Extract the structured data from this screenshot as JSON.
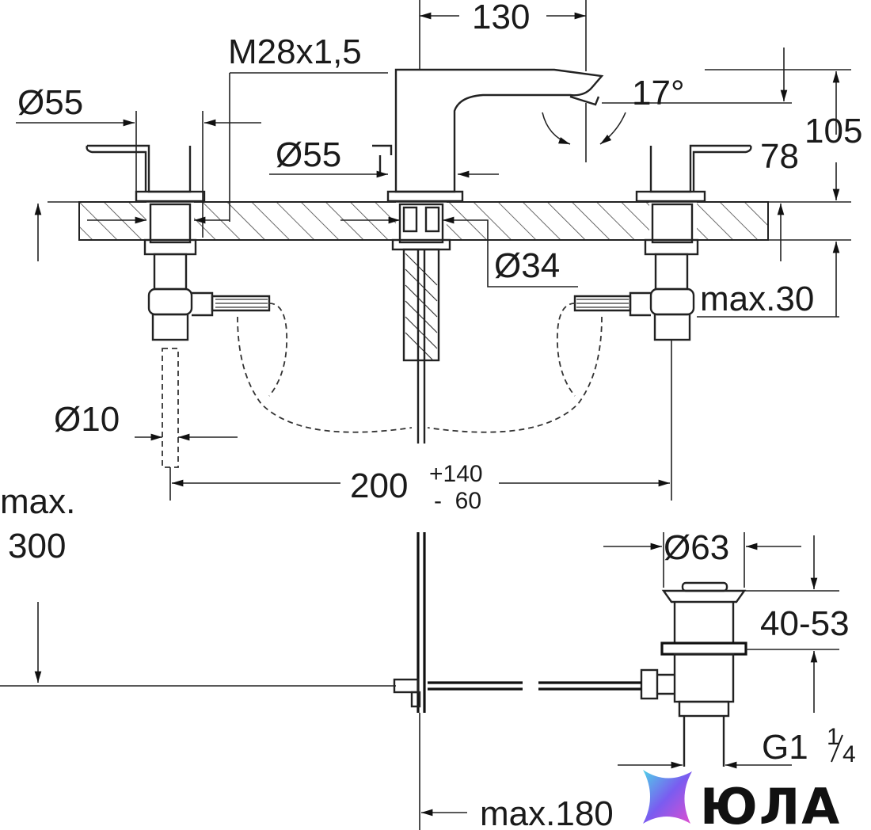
{
  "dimensions": {
    "spout_spacing": "130",
    "spout_thread": "M28x1,5",
    "handle_diameter_left": "Ø55",
    "spout_base_diameter": "Ø55",
    "spout_angle": "17°",
    "spout_outlet_height": "78",
    "spout_total_height": "105",
    "hole_diameter": "Ø34",
    "max_deck_thickness": "max.30",
    "pipe_diameter": "Ø10",
    "handle_spacing_nominal": "200",
    "handle_spacing_plus": "+140",
    "handle_spacing_minus": "-  60",
    "max_height_line1": "max.",
    "max_height_line2": "300",
    "drain_diameter": "Ø63",
    "drain_height": "40-53",
    "drain_thread_main": "G1",
    "drain_thread_num": "1",
    "drain_thread_den": "4",
    "max_projection": "max.180"
  },
  "watermark": {
    "brand": "ЮЛА"
  },
  "colors": {
    "line": "#222222",
    "hatch": "#444444",
    "logo_gradient_start": "#4fd1e8",
    "logo_gradient_mid": "#7a5cf0",
    "logo_gradient_end": "#e04fd0"
  }
}
